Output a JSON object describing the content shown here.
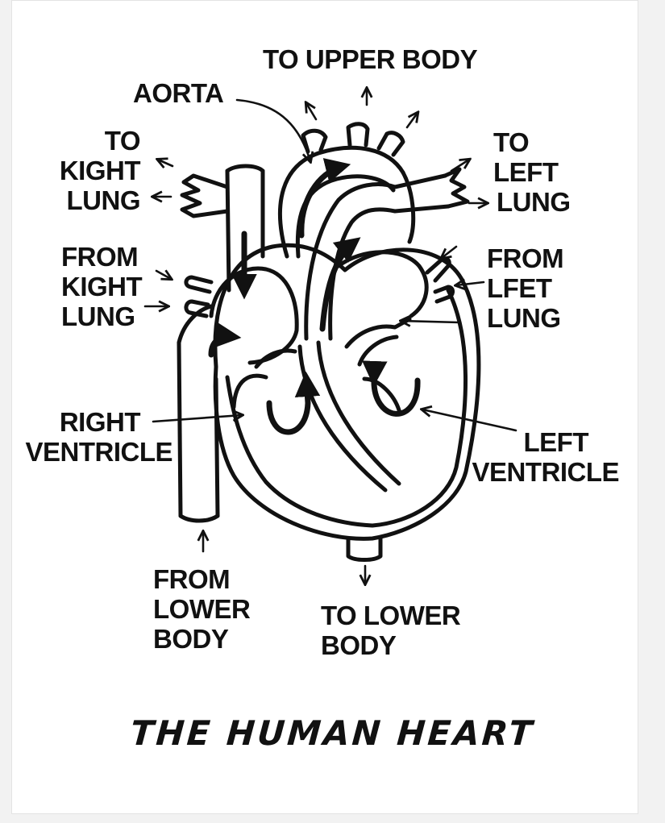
{
  "labels": {
    "to_upper_body": "TO UPPER BODY",
    "aorta": "AORTA",
    "to_right_lung": [
      "TO",
      "KIGHT",
      "LUNG"
    ],
    "to_left_lung": [
      "TO",
      "LEFT",
      "LUNG"
    ],
    "from_right_lung": [
      "FROM",
      "KIGHT",
      "LUNG"
    ],
    "from_left_lung": [
      "FROM",
      "LFET",
      "LUNG"
    ],
    "right_ventricle": [
      "RIGHT",
      "VENTRICLE"
    ],
    "left_ventricle": [
      "LEFT",
      "VENTRICLE"
    ],
    "from_lower_body": [
      "FROM",
      "LOWER",
      "BODY"
    ],
    "to_lower_body": [
      "TO LOWER",
      "BODY"
    ]
  },
  "title": "THE HUMAN HEART",
  "colors": {
    "ink": "#111111",
    "background": "#ffffff",
    "frame": "#f2f2f2"
  }
}
